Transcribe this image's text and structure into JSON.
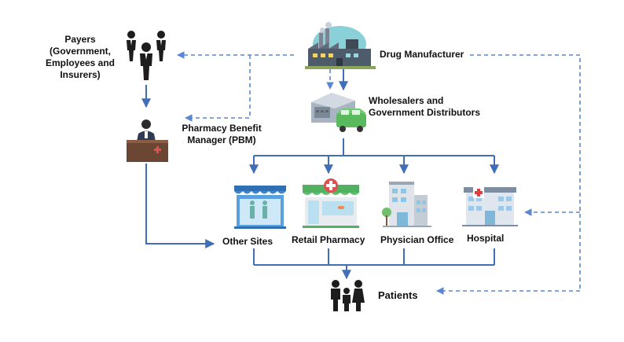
{
  "nodes": {
    "payers": {
      "line1": "Payers",
      "line2": "(Government,",
      "line3": "Employees and",
      "line4": "Insurers)"
    },
    "pbm": {
      "line1": "Pharmacy Benefit",
      "line2": "Manager (PBM)"
    },
    "manufacturer": {
      "label": "Drug Manufacturer"
    },
    "wholesalers": {
      "line1": "Wholesalers and",
      "line2": "Government Distributors"
    },
    "other_sites": {
      "label": "Other Sites"
    },
    "retail_pharmacy": {
      "label": "Retail Pharmacy"
    },
    "physician_office": {
      "label": "Physician Office"
    },
    "hospital": {
      "label": "Hospital"
    },
    "patients": {
      "label": "Patients"
    }
  },
  "colors": {
    "solid_arrow": "#3f6fb7",
    "dashed_arrow": "#5b86d2"
  },
  "icons": {
    "payers": "people-group-icon",
    "pbm": "pharmacist-desk-icon",
    "manufacturer": "factory-icon",
    "wholesalers": "warehouse-truck-icon",
    "other_sites": "store-icon",
    "retail_pharmacy": "pharmacy-icon",
    "physician_office": "office-building-icon",
    "hospital": "hospital-icon",
    "patients": "family-icon"
  }
}
